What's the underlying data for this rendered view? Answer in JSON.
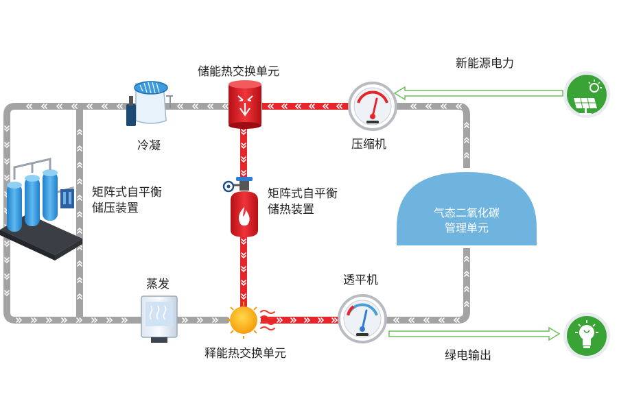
{
  "labels": {
    "storage_heat_exchanger": "储能热交换单元",
    "compressor": "压缩机",
    "new_energy_power": "新能源电力",
    "condense": "冷凝",
    "matrix_pressure_storage_line1": "矩阵式自平衡",
    "matrix_pressure_storage_line2": "储压装置",
    "matrix_heat_storage_line1": "矩阵式自平衡",
    "matrix_heat_storage_line2": "储热装置",
    "co2_management_line1": "气态二氧化碳",
    "co2_management_line2": "管理单元",
    "evaporate": "蒸发",
    "turbine": "透平机",
    "release_heat_exchanger": "释能热交换单元",
    "green_power_output": "绿电输出"
  },
  "colors": {
    "gray_pipe": "#a3a3a3",
    "red_pipe": "#e5252a",
    "green_circle": "#3aa336",
    "dome_blue": "#6fb3df",
    "arrow_green": "#6cbf5a"
  }
}
